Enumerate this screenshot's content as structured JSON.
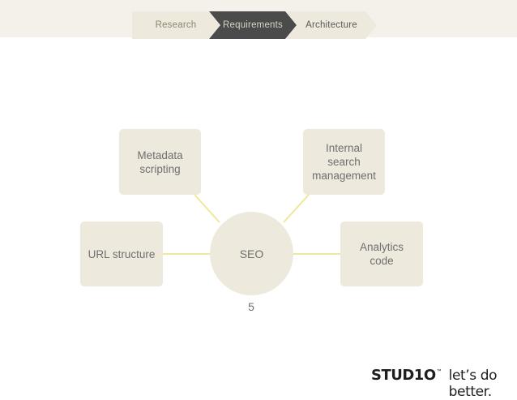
{
  "breadcrumb": {
    "steps": [
      {
        "label": "Research",
        "state": "past"
      },
      {
        "label": "Requirements",
        "state": "current"
      },
      {
        "label": "Architecture",
        "state": "upcoming"
      }
    ]
  },
  "diagram": {
    "center": {
      "label": "SEO"
    },
    "nodes": [
      {
        "id": "metadata",
        "label": "Metadata\nscripting"
      },
      {
        "id": "internal-search",
        "label": "Internal\nsearch\nmanagement"
      },
      {
        "id": "url-structure",
        "label": "URL structure"
      },
      {
        "id": "analytics",
        "label": "Analytics\ncode"
      }
    ],
    "connector_color": "#f1e79a"
  },
  "page_number": "5",
  "footer": {
    "brand": "STUD1O",
    "trademark": "™",
    "tagline": "let’s do better."
  },
  "colors": {
    "node_fill": "#eee9dd",
    "active_step": "#4b4b4b",
    "text": "#6f6f6f"
  },
  "icons": []
}
